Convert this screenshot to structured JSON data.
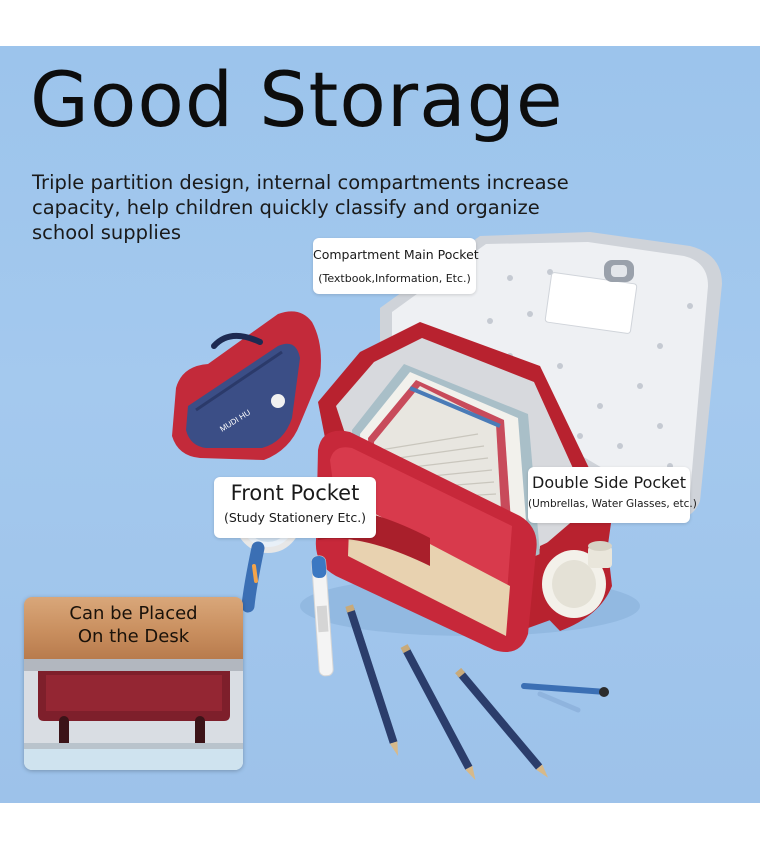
{
  "headline": "Good Storage",
  "subtitle": "Triple partition design, internal compartments increase capacity, help children quickly classify and organize school supplies",
  "labels": {
    "main_pocket": {
      "title": "Compartment Main Pocket",
      "detail": "(Textbook,Information, Etc.)"
    },
    "front_pocket": {
      "title": "Front Pocket",
      "detail": "(Study Stationery Etc.)"
    },
    "side_pocket": {
      "title": "Double Side Pocket",
      "detail": "(Umbrellas, Water Glasses, etc.)"
    }
  },
  "desk_inset": {
    "line1": "Can be Placed",
    "line2": "On the Desk"
  },
  "pencil_case_brand": "MUDI HU",
  "colors": {
    "background": "#a2c7ed",
    "bag_red": "#c0283a",
    "lining_gray": "#e9ebef",
    "pencil_case_navy": "#3b4e86",
    "desk_wood": "#c98f5f"
  }
}
